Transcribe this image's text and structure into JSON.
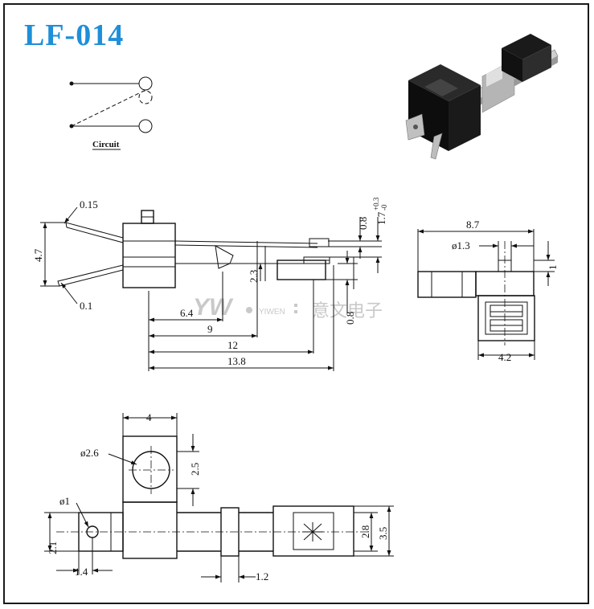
{
  "title": "LF-014",
  "circuit_label": "Circuit",
  "watermark": {
    "brand": "YIWEN",
    "chinese": "意文电子"
  },
  "colors": {
    "title": "#1e8fd8",
    "ink": "#111111",
    "watermark": "#c9c9c9"
  },
  "side_view": {
    "d_015": "0.15",
    "d_47": "4.7",
    "d_01": "0.1",
    "d_08_top": "0.8",
    "d_17": "1.7",
    "d_17_tol_plus": "+0.3",
    "d_17_tol_minus": "-0",
    "d_23": "2.3",
    "d_08_right": "0.8",
    "d_64": "6.4",
    "d_9": "9",
    "d_12": "12",
    "d_138": "13.8"
  },
  "end_view": {
    "d_87": "8.7",
    "d_13": "ø1.3",
    "d_1": "1",
    "d_42": "4.2"
  },
  "top_view": {
    "d_4": "4",
    "d_26": "ø2.6",
    "d_25": "2.5",
    "d_1": "ø1",
    "d_28": "2.8",
    "d_35": "3.5",
    "d_21": "2.1",
    "d_14": "1.4",
    "d_12": "1.2"
  }
}
